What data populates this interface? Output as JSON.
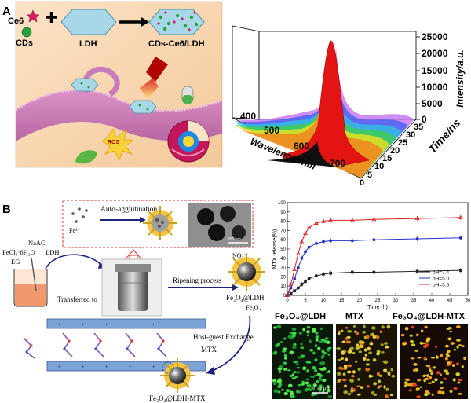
{
  "panel_a": {
    "label": "A",
    "schematic": {
      "ce6": "Ce6",
      "cds": "CDs",
      "ldh": "LDH",
      "product": "CDs-Ce6/LDH",
      "ros": "ROS"
    },
    "plot3d": {
      "z_axis_title": "Intensity/a.u.",
      "z_ticks": [
        "25000",
        "20000",
        "15000",
        "10000",
        "5000",
        "0"
      ],
      "x_axis_title": "Wavelength/nm",
      "x_ticks": [
        "400",
        "500",
        "600",
        "700"
      ],
      "y_axis_title": "Time/ns",
      "y_ticks": [
        "0",
        "5",
        "10",
        "15",
        "20",
        "25",
        "30",
        "35"
      ]
    }
  },
  "panel_b": {
    "label": "B",
    "schematic": {
      "auto": "Auto-agglutination",
      "fe": "Fe³⁺",
      "nano": "NaAC",
      "fecl": "FeCl₃·6H₂O",
      "ldh": "LDH",
      "eg": "EG",
      "transferred": "Transferred to",
      "ripening": "Ripening process",
      "no3": "NO₃⁻",
      "fe3o4ldh": "Fe₃O₄@LDH",
      "fe3o4": "Fe₃O₄",
      "hostguest": "Host-guest Exchange",
      "mtx": "MTX",
      "fe3o4ldhmtx": "Fe₃O₄@LDH-MTX",
      "scalebar": "200 nm"
    },
    "images": {
      "label1": "Fe₃O₄@LDH",
      "label2": "MTX",
      "label3": "Fe₃O₄@LDH-MTX",
      "scalebar": "100 μm"
    }
  },
  "chart_data": {
    "type": "line",
    "xlabel": "Time (h)",
    "ylabel": "MTX release(%)",
    "xlim": [
      0,
      50
    ],
    "ylim": [
      0,
      100
    ],
    "xticks": [
      0,
      5,
      10,
      15,
      20,
      25,
      30,
      35,
      40,
      45,
      50
    ],
    "yticks": [
      0,
      10,
      20,
      30,
      40,
      50,
      60,
      70,
      80,
      90,
      100
    ],
    "legend_position": "lower-right",
    "series": [
      {
        "name": "pH=7.4",
        "color": "#222222",
        "marker": "square",
        "x": [
          0,
          1,
          2,
          3,
          4,
          5,
          6,
          8,
          10,
          12,
          18,
          24,
          36,
          48
        ],
        "y": [
          0,
          2,
          5,
          8,
          12,
          15,
          18,
          21,
          23,
          24,
          25,
          25,
          26,
          27
        ]
      },
      {
        "name": "pH=5.0",
        "color": "#2230c8",
        "marker": "circle",
        "x": [
          0,
          1,
          2,
          3,
          4,
          5,
          6,
          8,
          10,
          12,
          18,
          24,
          36,
          48
        ],
        "y": [
          0,
          8,
          18,
          30,
          40,
          47,
          52,
          56,
          58,
          59,
          59,
          60,
          61,
          62
        ]
      },
      {
        "name": "pH=3.5",
        "color": "#e02020",
        "marker": "triangle",
        "x": [
          0,
          1,
          2,
          3,
          4,
          5,
          6,
          8,
          10,
          12,
          18,
          24,
          36,
          48
        ],
        "y": [
          0,
          12,
          28,
          45,
          58,
          67,
          73,
          78,
          80,
          81,
          81,
          82,
          83,
          84
        ]
      }
    ]
  }
}
